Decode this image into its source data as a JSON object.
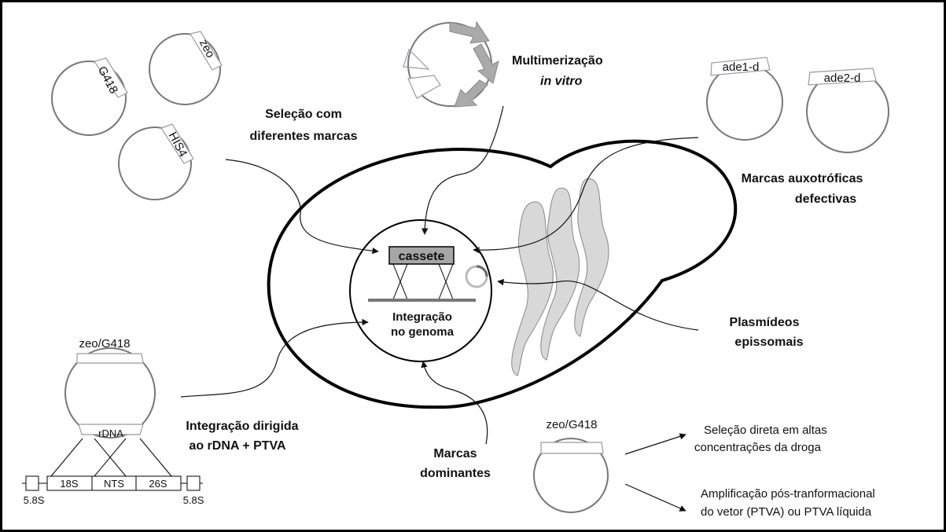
{
  "labels": {
    "selecao": [
      "Seleção com",
      "diferentes marcas"
    ],
    "multimerizacao": [
      "Multimerização",
      "in vitro"
    ],
    "auxotroficas": [
      "Marcas auxotróficas",
      "defectivas"
    ],
    "plasmideos": [
      "Plasmídeos",
      "epissomais"
    ],
    "integracao_dirigida": [
      "Integração dirigida",
      "ao rDNA + PTVA"
    ],
    "marcas_dominantes": [
      "Marcas",
      "dominantes"
    ],
    "integracao_genoma": [
      "Integração",
      "no genoma"
    ],
    "cassete": "cassete",
    "selecao_direta": [
      "Seleção direta em altas",
      "concentrações da droga"
    ],
    "amplificacao": [
      "Amplificação pós-tranformacional",
      "do vetor (PTVA) ou PTVA líquida"
    ]
  },
  "plasmid_markers": {
    "g418": "G418",
    "zeo": "zeo",
    "his4": "HIS4",
    "ade1": "ade1-d",
    "ade2": "ade2-d",
    "zeo_g418_left": "zeo/G418",
    "zeo_g418_right": "zeo/G418",
    "rdna": "rDNA"
  },
  "rdna_locus": {
    "s18": "18S",
    "nts": "NTS",
    "s26": "26S",
    "s58_left": "5.8S",
    "s58_right": "5.8S"
  }
}
